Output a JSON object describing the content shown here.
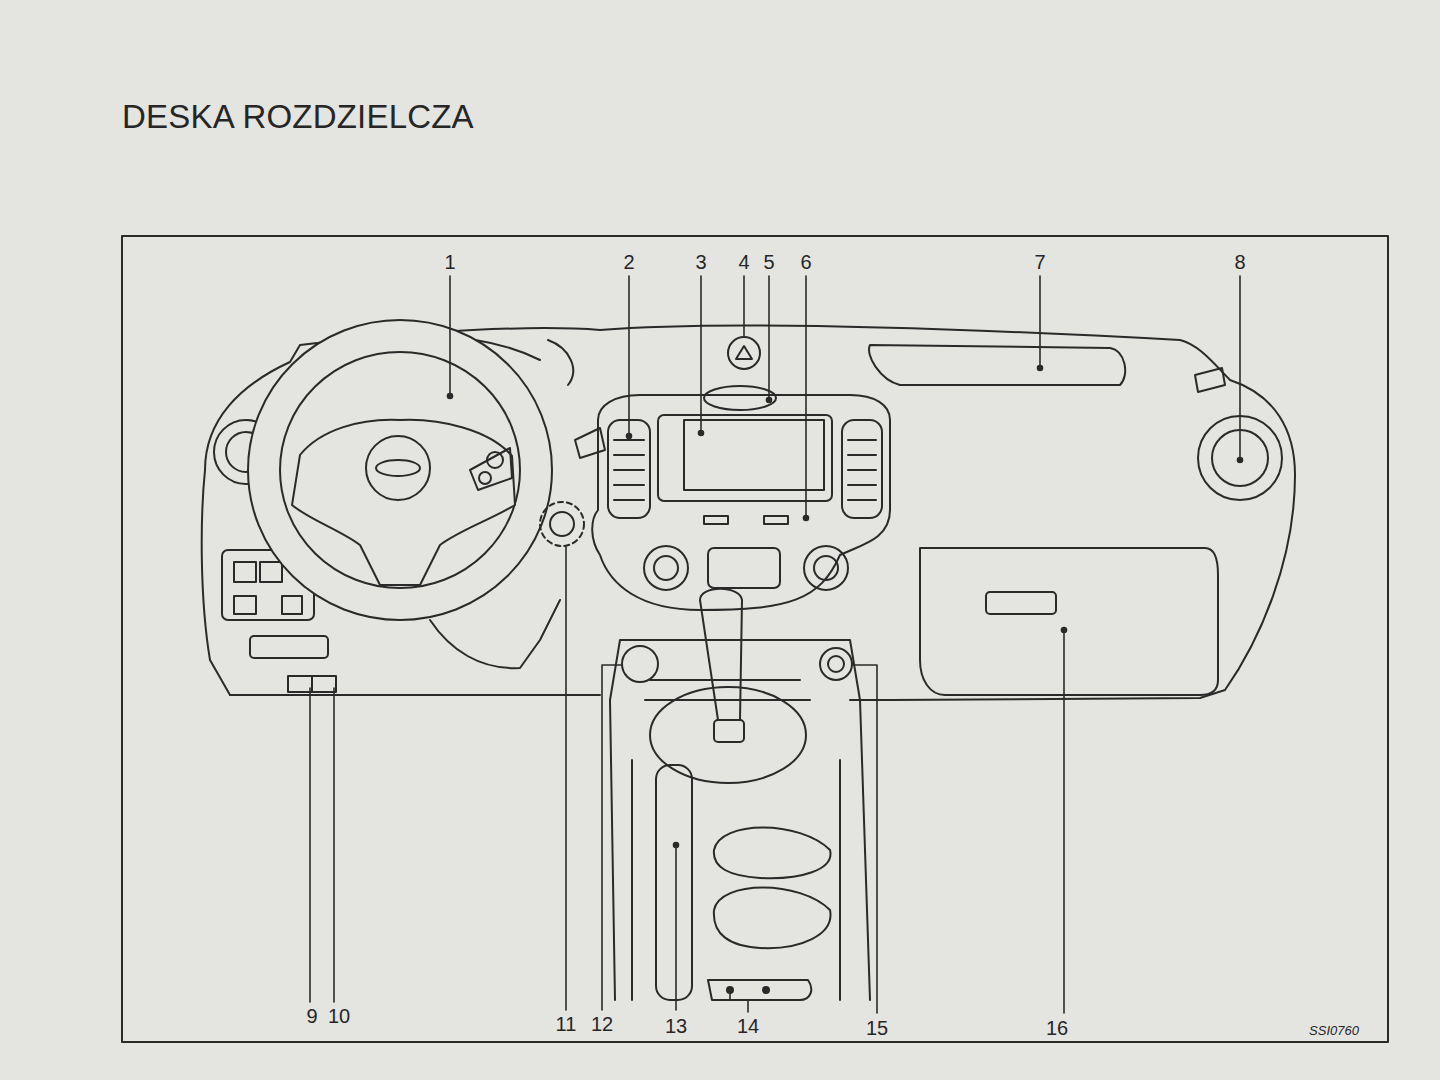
{
  "diagram": {
    "title": "DESKA ROZDZIELCZA",
    "labels": [
      "1",
      "2",
      "3",
      "4",
      "5",
      "6",
      "7",
      "8",
      "9",
      "10",
      "11",
      "12",
      "13",
      "14",
      "15",
      "16",
      "SSI0760"
    ]
  }
}
